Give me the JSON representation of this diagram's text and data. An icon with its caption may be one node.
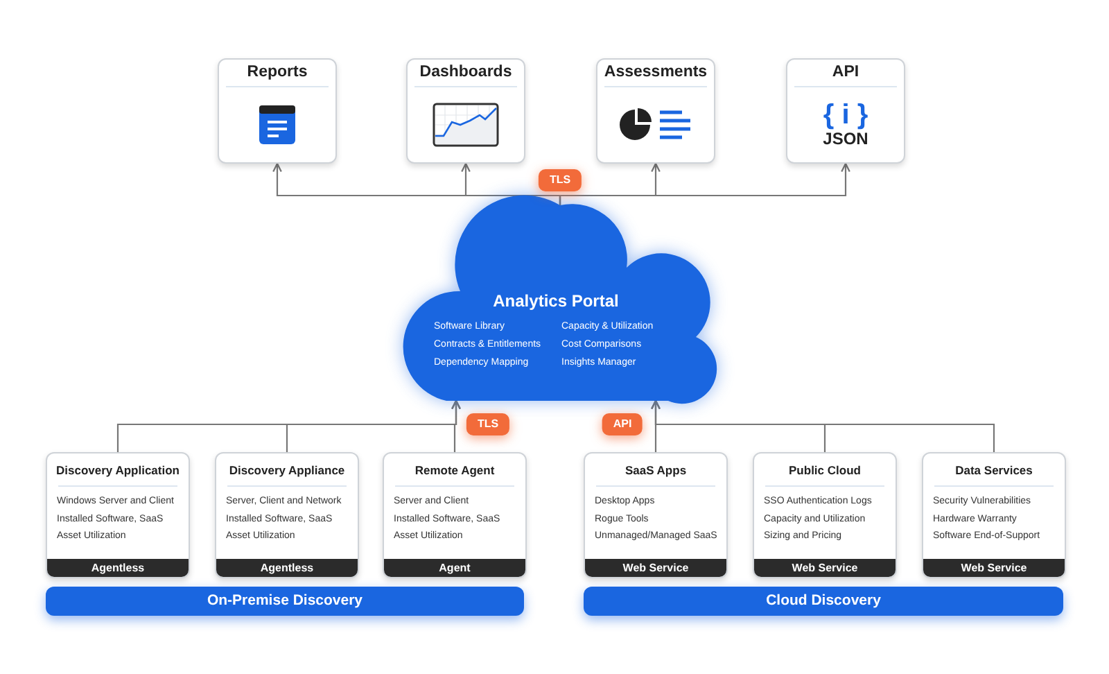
{
  "diagram": {
    "nodes": [
      {
        "text": [
          "Reports"
        ]
      },
      {
        "text": [
          "Dashboards"
        ]
      },
      {
        "text": [
          "Assessments"
        ]
      },
      {
        "text": [
          "API",
          "{ i }",
          "JSON"
        ]
      },
      {
        "text": [
          "Analytics Portal",
          "Software Library",
          "Capacity & Utilization",
          "Contracts & Entitlements",
          "Cost Comparisons",
          "Dependency Mapping",
          "Insights Manager"
        ]
      },
      {
        "text": [
          "Discovery Application",
          "Windows Server and Client",
          "Installed Software, SaaS",
          "Asset Utilization",
          "Agentless"
        ]
      },
      {
        "text": [
          "Discovery Appliance",
          "Server, Client and Network",
          "Installed Software, SaaS",
          "Asset Utilization",
          "Agentless"
        ]
      },
      {
        "text": [
          "Remote Agent",
          "Server and Client",
          "Installed Software, SaaS",
          "Asset Utilization",
          "Agent"
        ]
      },
      {
        "text": [
          "SaaS Apps",
          "Desktop Apps",
          "Rogue Tools",
          "Unmanaged/Managed SaaS",
          "Web Service"
        ]
      },
      {
        "text": [
          "Public Cloud",
          "SSO Authentication Logs",
          "Capacity and Utilization",
          "Sizing and Pricing",
          "Web Service"
        ]
      },
      {
        "text": [
          "Data Services",
          "Security Vulnerabilities",
          "Hardware Warranty",
          "Software End-of-Support",
          "Web Service"
        ]
      },
      {
        "text": [
          "On-Premise Discovery"
        ]
      },
      {
        "text": [
          "Cloud Discovery"
        ]
      }
    ],
    "edges": [
      {
        "from": 4,
        "to": 0,
        "arrow": "to",
        "label": "TLS"
      },
      {
        "from": 4,
        "to": 1,
        "arrow": "to"
      },
      {
        "from": 4,
        "to": 2,
        "arrow": "to"
      },
      {
        "from": 4,
        "to": 3,
        "arrow": "to"
      },
      {
        "from": 5,
        "to": 4,
        "arrow": "to"
      },
      {
        "from": 6,
        "to": 4,
        "arrow": "to"
      },
      {
        "from": 7,
        "to": 4,
        "arrow": "to",
        "label": "TLS"
      },
      {
        "from": 8,
        "to": 4,
        "arrow": "to",
        "label": "API"
      },
      {
        "from": 9,
        "to": 4,
        "arrow": "to"
      },
      {
        "from": 10,
        "to": 4,
        "arrow": "to"
      }
    ]
  }
}
